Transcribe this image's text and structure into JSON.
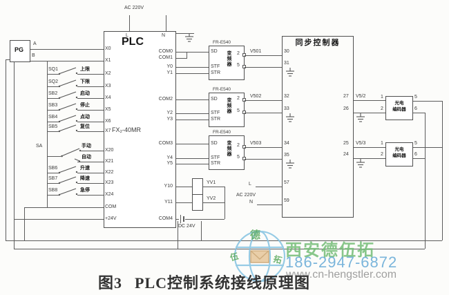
{
  "caption": {
    "figure_no": "图3",
    "title": "PLC控制系统接线原理图"
  },
  "watermark": {
    "company": "西安德伍拓",
    "phone": "186-2947-6872",
    "website": "www.cn-hengstler.com",
    "logo_top": "德",
    "logo_bl": "伍",
    "logo_br": "拓",
    "colors": {
      "company": "#74bd77",
      "phone": "#64a9d6",
      "website": "#8f8f8f",
      "globe": "#85c3e2"
    }
  },
  "plc": {
    "title": "PLC",
    "model": "FX₂-40MR",
    "ac": "AC 220V",
    "l": "L",
    "n": "N",
    "inputs": [
      "X0",
      "X1",
      "X2",
      "X3",
      "X4",
      "X5",
      "X6",
      "X7",
      "X20",
      "X21",
      "X22",
      "X23",
      "X24",
      "COM",
      "+24V"
    ],
    "outputs": [
      "COM0",
      "COM1",
      "Y0",
      "Y1",
      "COM2",
      "Y2",
      "Y3",
      "COM3",
      "Y4",
      "Y5"
    ],
    "outputs2": [
      "Y10",
      "Y11",
      "COM4"
    ]
  },
  "encoder": {
    "label": "PG",
    "a": "A",
    "b": "B"
  },
  "switches": [
    {
      "name": "SQ1",
      "tag": "上限"
    },
    {
      "name": "SQ2",
      "tag": "下限"
    },
    {
      "name": "SB2",
      "tag": "启动"
    },
    {
      "name": "SB3",
      "tag": "停止"
    },
    {
      "name": "SB4",
      "tag": "点动"
    },
    {
      "name": "SB5",
      "tag": "复位"
    },
    {
      "name": "SB6",
      "tag": "升速"
    },
    {
      "name": "SB7",
      "tag": "降速"
    },
    {
      "name": "SB8",
      "tag": "急停"
    }
  ],
  "selector": {
    "name": "SA",
    "up": "手动",
    "down": "自动"
  },
  "inverters": [
    {
      "title": "FR-E540",
      "sd": "SD",
      "stf": "STF",
      "str": "STR",
      "core": "变频器",
      "up": "2",
      "dn": "5",
      "sig": "V501",
      "tu": "30",
      "td": "31"
    },
    {
      "title": "FR-E540",
      "sd": "SD",
      "stf": "STF",
      "str": "STR",
      "core": "变频器",
      "up": "2",
      "dn": "5",
      "sig": "V502",
      "tu": "32",
      "td": "33"
    },
    {
      "title": "FR-E540",
      "sd": "SD",
      "stf": "STF",
      "str": "STR",
      "core": "变频器",
      "up": "2",
      "dn": "5",
      "sig": "V503",
      "tu": "34",
      "td": "35"
    }
  ],
  "sync": {
    "title": "同步控制器",
    "r27": "27",
    "r26": "26",
    "r25": "25",
    "r24": "24",
    "v52": "V5/2",
    "v53": "V5/3",
    "t57": "57",
    "t59": "59",
    "l": "L",
    "n": "N",
    "ac": "AC 220V"
  },
  "units": [
    {
      "line1": "光电",
      "line2": "编码器",
      "t1": "1",
      "t2": "2",
      "t5": "5",
      "t6": "6"
    },
    {
      "line1": "光电",
      "line2": "编码器",
      "t1": "1",
      "t2": "2",
      "t5": "5",
      "t6": "6"
    }
  ],
  "valves": {
    "v1": "YV1",
    "v2": "YV2",
    "dc": "DC 24V"
  }
}
